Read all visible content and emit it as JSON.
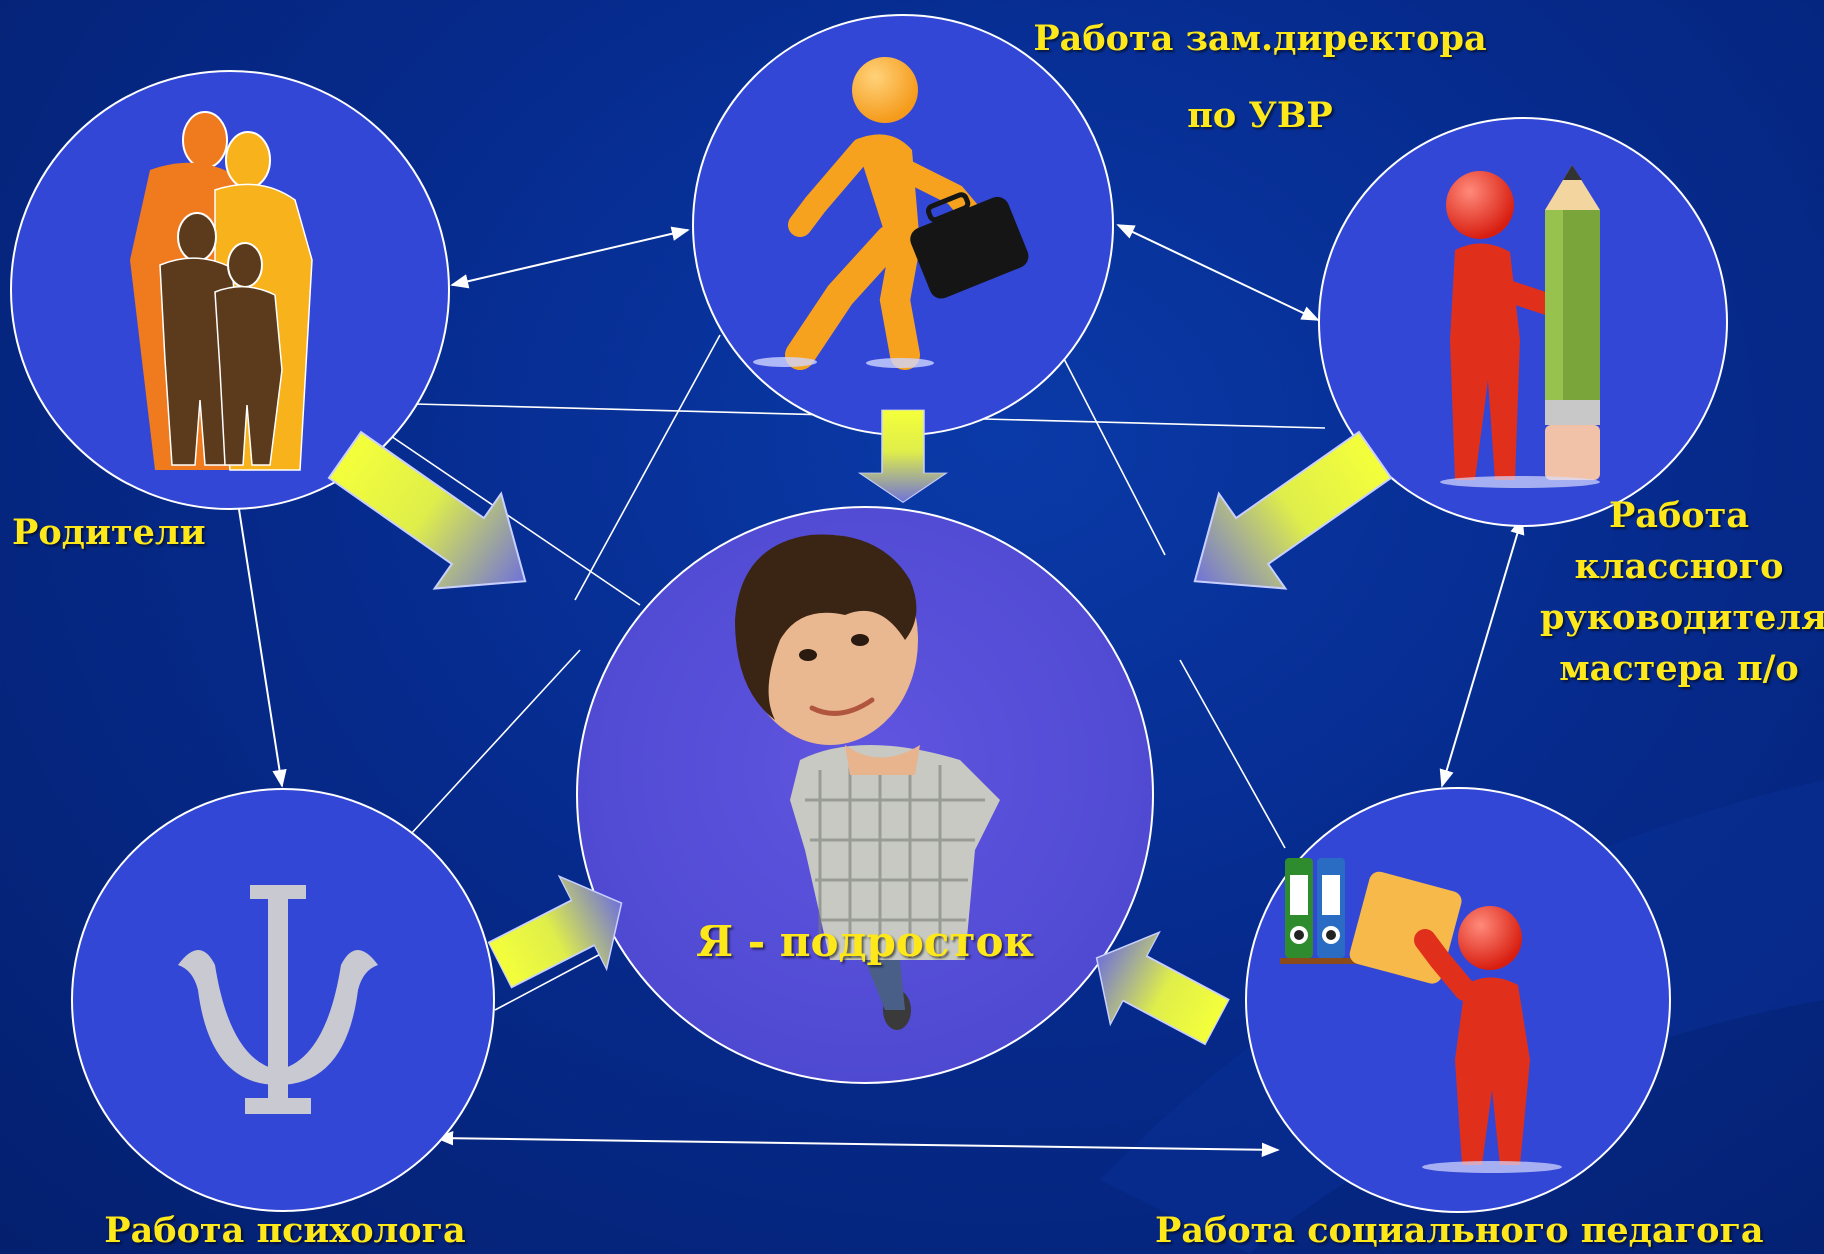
{
  "colors": {
    "background": "#062b8e",
    "circle_fill": "#3347d6",
    "center_fill": "#5a4fd8",
    "circle_stroke": "#ffffff",
    "label_text": "#ffe81a",
    "arrow_start": "#f4ff3a",
    "arrow_end": "#6f72d9"
  },
  "nodes": {
    "center": {
      "label": "Я - подросток",
      "icon": "teenager-photo"
    },
    "parents": {
      "label": "Родители",
      "icon": "family-icon"
    },
    "deputy": {
      "label_line1": "Работа зам.директора",
      "label_line2": "по УВР",
      "icon": "walking-person-briefcase-icon"
    },
    "class_teacher": {
      "label_line1": "Работа",
      "label_line2": "классного",
      "label_line3": "руководителя",
      "label_line4": "мастера п/о",
      "icon": "person-pencil-icon"
    },
    "psychologist": {
      "label": "Работа психолога",
      "icon": "psi-icon"
    },
    "social_teacher": {
      "label": "Работа социального педагога",
      "icon": "person-folders-icon"
    }
  }
}
